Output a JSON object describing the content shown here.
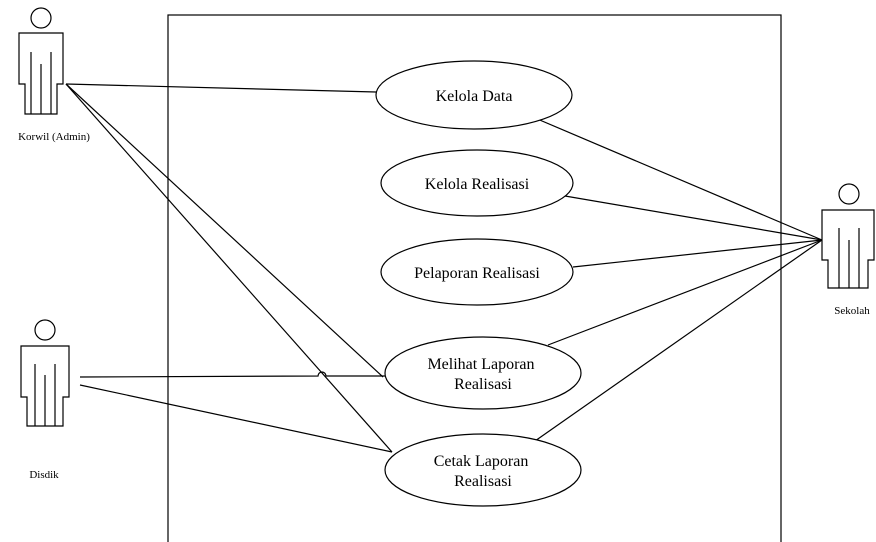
{
  "actors": {
    "korwil": {
      "label": "Korwil (Admin)"
    },
    "disdik": {
      "label": "Disdik"
    },
    "sekolah": {
      "label": "Sekolah"
    }
  },
  "use_cases": {
    "kelola_data": {
      "lines": [
        "Kelola Data"
      ]
    },
    "kelola_realisasi": {
      "lines": [
        "Kelola Realisasi"
      ]
    },
    "pelaporan_realisasi": {
      "lines": [
        "Pelaporan Realisasi"
      ]
    },
    "melihat_laporan": {
      "lines": [
        "Melihat Laporan",
        "Realisasi"
      ]
    },
    "cetak_laporan": {
      "lines": [
        "Cetak Laporan",
        "Realisasi"
      ]
    }
  }
}
